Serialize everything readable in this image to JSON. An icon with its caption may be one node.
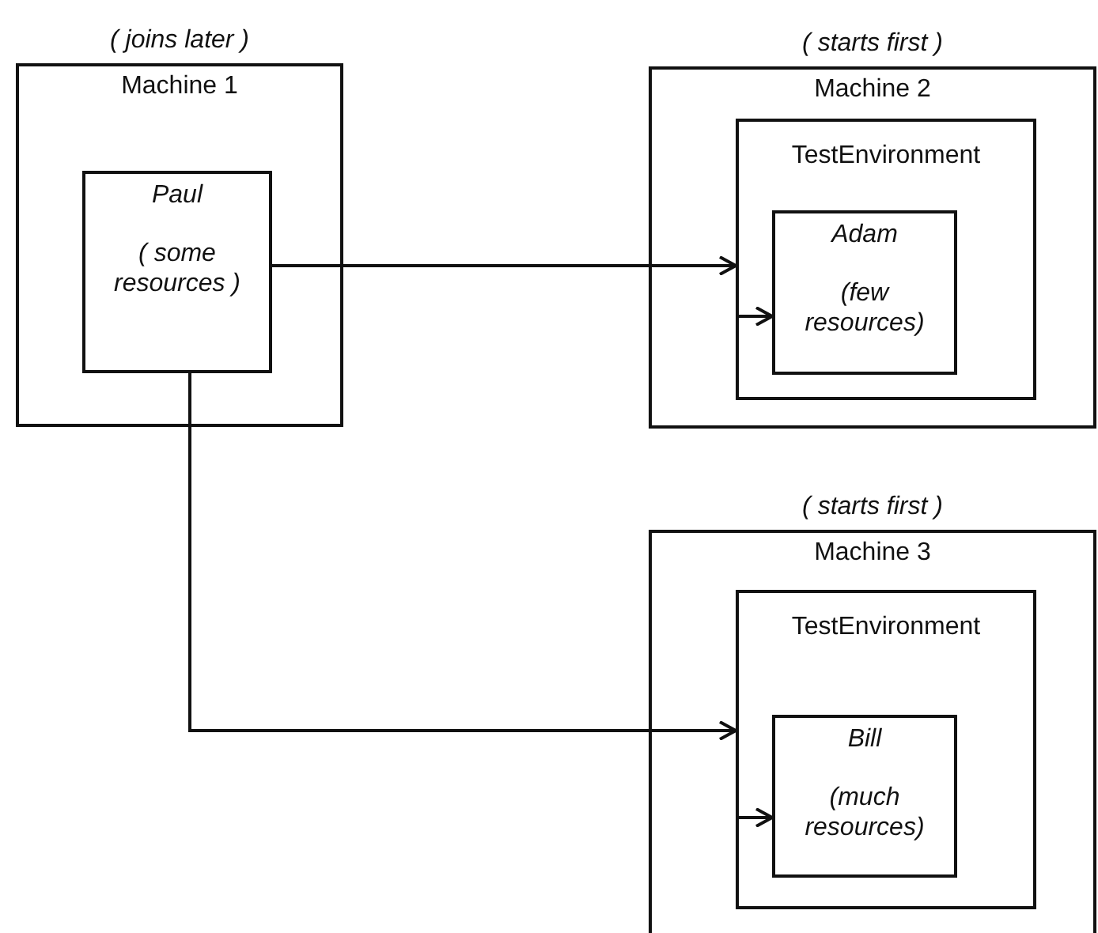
{
  "diagram": {
    "nodes": [
      {
        "text": [
          "Machine 1"
        ],
        "beside": [
          "( joins later )"
        ]
      },
      {
        "text": [
          "Paul",
          "( some resources )"
        ],
        "in": 0
      },
      {
        "text": [
          "Machine 2"
        ],
        "beside": [
          "( starts first )"
        ]
      },
      {
        "text": [
          "TestEnvironment"
        ],
        "in": 2
      },
      {
        "text": [
          "Adam",
          "(few resources)"
        ],
        "in": 3
      },
      {
        "text": [
          "Machine 3"
        ],
        "beside": [
          "( starts first )"
        ]
      },
      {
        "text": [
          "TestEnvironment"
        ],
        "in": 5
      },
      {
        "text": [
          "Bill",
          "(much resources)"
        ],
        "in": 6
      }
    ],
    "edges": [
      {
        "from": 1,
        "to": 3,
        "arrow": "to"
      },
      {
        "from": 3,
        "to": 4,
        "arrow": "to"
      },
      {
        "from": 1,
        "to": 6,
        "arrow": "to"
      },
      {
        "from": 6,
        "to": 7,
        "arrow": "to"
      }
    ]
  }
}
